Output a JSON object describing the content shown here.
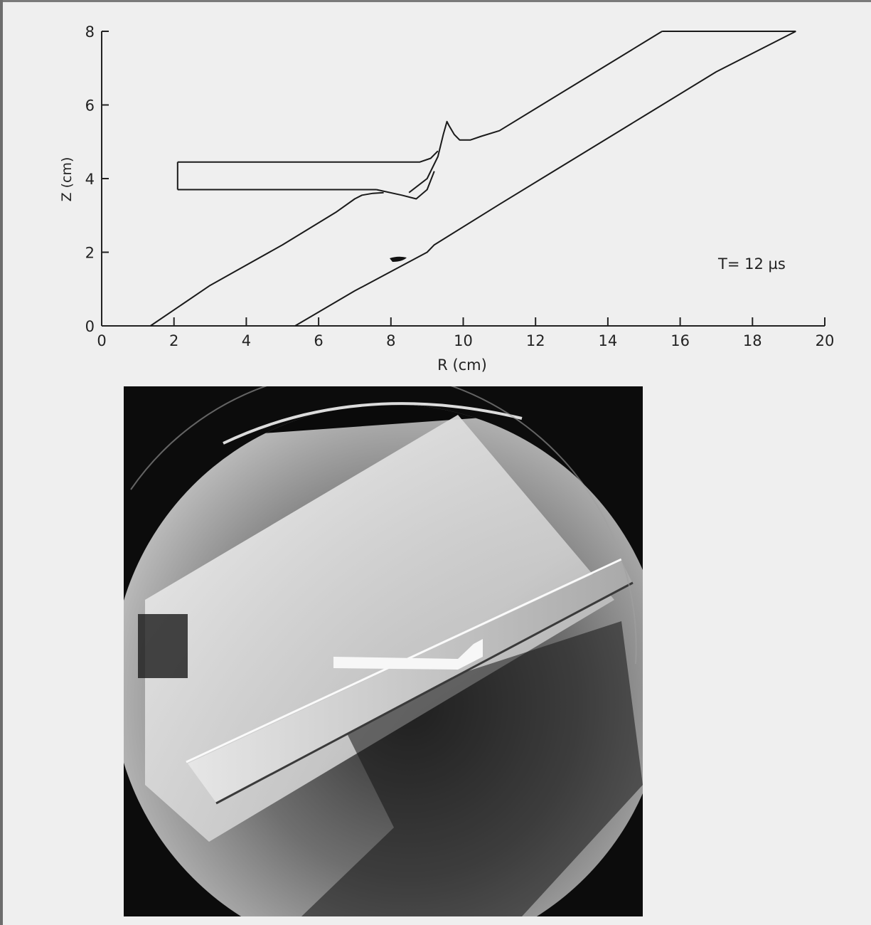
{
  "chart_data": {
    "type": "line",
    "xlabel": "R (cm)",
    "ylabel": "Z (cm)",
    "xlim": [
      0,
      20
    ],
    "ylim": [
      0,
      8
    ],
    "xticks": [
      0,
      2,
      4,
      6,
      8,
      10,
      12,
      14,
      16,
      18,
      20
    ],
    "yticks": [
      0,
      2,
      4,
      6,
      8
    ],
    "annotation": "T= 12 µs",
    "series": [
      {
        "shape": "plate-upper-surface",
        "x": [
          1.35,
          3.0,
          5.0,
          6.5,
          7.0,
          7.2,
          7.5,
          7.8
        ],
        "y": [
          0.0,
          1.1,
          2.2,
          3.1,
          3.45,
          3.55,
          3.6,
          3.62
        ]
      },
      {
        "shape": "plate-upper-surface",
        "x": [
          8.5,
          9.0,
          9.3,
          9.45,
          9.55,
          9.6,
          9.75,
          9.9,
          10.2,
          10.5,
          11.0,
          13.0,
          15.0,
          15.5
        ],
        "y": [
          3.62,
          4.0,
          4.6,
          5.2,
          5.55,
          5.45,
          5.2,
          5.05,
          5.05,
          5.15,
          5.3,
          6.5,
          7.7,
          8.0
        ]
      },
      {
        "shape": "plate-lower-surface",
        "x": [
          5.35,
          7.0,
          9.0,
          9.2,
          11.0,
          13.0,
          15.0,
          17.0,
          19.2
        ],
        "y": [
          0.0,
          0.95,
          2.0,
          2.2,
          3.3,
          4.5,
          5.7,
          6.9,
          8.0
        ]
      },
      {
        "shape": "top-boundary",
        "x": [
          15.5,
          19.2
        ],
        "y": [
          8.0,
          8.0
        ]
      },
      {
        "shape": "rod-top",
        "x": [
          2.1,
          8.8,
          9.1,
          9.3
        ],
        "y": [
          4.45,
          4.45,
          4.55,
          4.75
        ]
      },
      {
        "shape": "rod-bottom",
        "x": [
          2.1,
          7.6
        ],
        "y": [
          3.7,
          3.7
        ]
      },
      {
        "shape": "rod-end",
        "x": [
          2.1,
          2.1
        ],
        "y": [
          3.7,
          4.45
        ]
      },
      {
        "shape": "jet-lower",
        "x": [
          7.6,
          8.3,
          8.7,
          9.0,
          9.2
        ],
        "y": [
          3.7,
          3.55,
          3.45,
          3.7,
          4.2
        ]
      }
    ]
  }
}
